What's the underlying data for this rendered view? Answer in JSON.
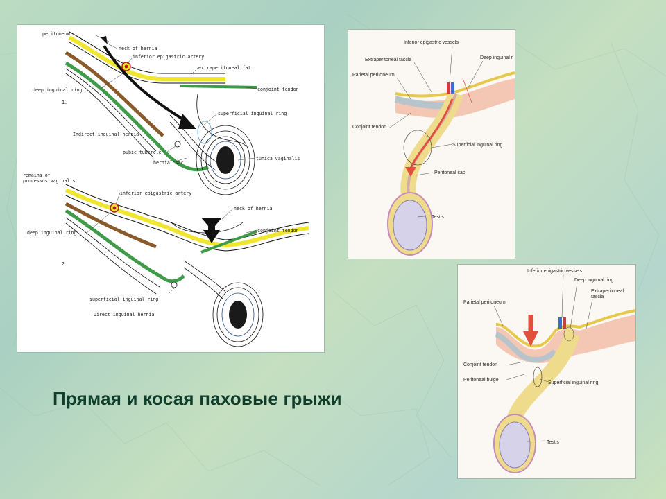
{
  "title": "Прямая и косая паховые грыжи",
  "figure1": {
    "labels": {
      "peritoneum": "peritoneum",
      "neck_of_hernia": "neck of hernia",
      "inferior_epigastric_artery": "inferior epigastric artery",
      "extraperitoneal_fat": "extraperitoneal fat",
      "conjoint_tendon": "conjoint tendon",
      "deep_inguinal_ring": "deep inguinal ring",
      "number": "1.",
      "superficial_inguinal_ring": "superficial inguinal ring",
      "indirect_inguinal_hernia": "Indirect inguinal hernia",
      "pubic_tubercle": "pubic tubercle",
      "hernial_sac": "hernial sac",
      "tunica_vaginalis": "tunica vaginalis"
    }
  },
  "figure2": {
    "labels": {
      "remains_of": "remains of",
      "processus_vaginalis": "processus vaginalis",
      "inferior_epigastric_artery": "inferior epigastric artery",
      "neck_of_hernia": "neck of hernia",
      "deep_inguinal_ring": "deep inguinal ring",
      "conjoint_tendon": "conjoint tendon",
      "number": "2.",
      "superficial_inguinal_ring": "superficial inguinal ring",
      "direct_inguinal_hernia": "Direct inguinal hernia"
    }
  },
  "figure3": {
    "labels": {
      "inferior_epigastric_vessels": "Inferior epigastric vessels",
      "extraperitoneal_fascia": "Extraperitoneal fascia",
      "deep_inguinal_ring": "Deep inguinal r",
      "parietal_peritoneum": "Parietal peritoneum",
      "conjoint_tendon": "Conjoint tendon",
      "superficial_inguinal_ring": "Superficial inguinal ring",
      "peritoneal_sac": "Peritoneal sac",
      "testis": "Testis"
    }
  },
  "figure4": {
    "labels": {
      "inferior_epigastric_vessels": "Inferior epigastric vessels",
      "deep_inguinal_ring": "Deep inguinal ring",
      "extraperitoneal": "Extraperitoneal",
      "fascia": "fascia",
      "parietal_peritoneum": "Parietal peritoneum",
      "conjoint_tendon": "Conjoint tendon",
      "peritoneal_bulge": "Peritoneal bulge",
      "superficial_inguinal_ring": "Superficial inguinal ring",
      "testis": "Testis"
    }
  },
  "colors": {
    "yellow": "#f0e631",
    "green": "#3f9a4a",
    "brown": "#8a5a2a",
    "dark_sac": "#1a1a1a",
    "arrow_red": "#e0503a",
    "title": "#0f3f2c"
  }
}
